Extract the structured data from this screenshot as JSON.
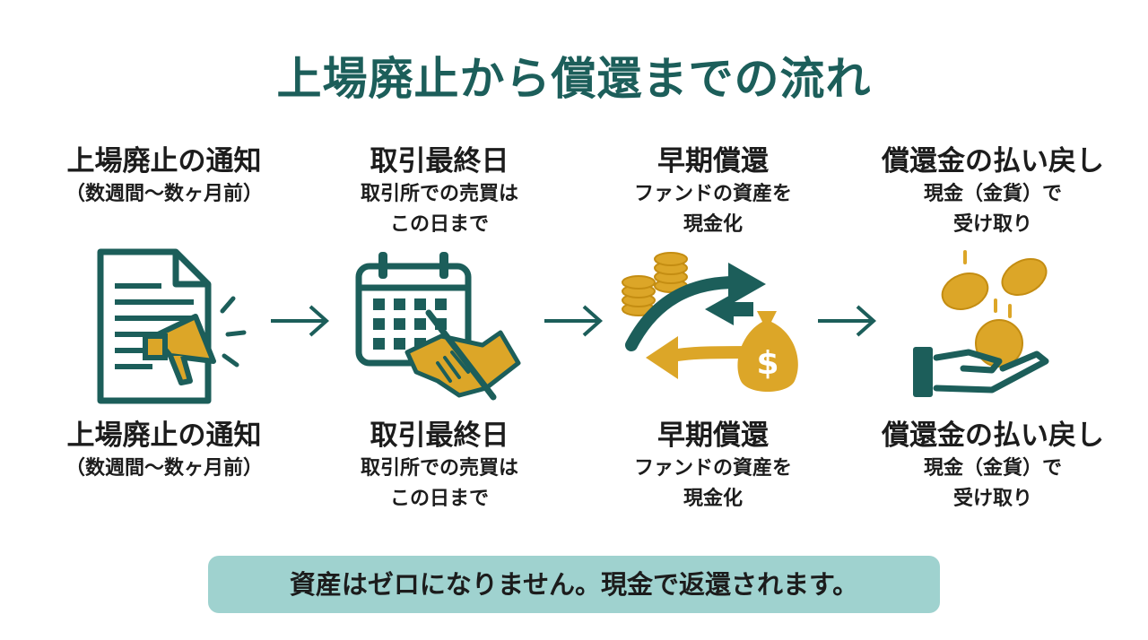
{
  "title": "上場廃止から償還までの流れ",
  "colors": {
    "teal": "#1c5e5a",
    "gold": "#dca628",
    "banner_bg": "#9fd2cf"
  },
  "steps": [
    {
      "title": "上場廃止の通知",
      "desc_lines": [
        "（数週間〜数ヶ月前）"
      ],
      "icon": "document-megaphone-icon"
    },
    {
      "title": "取引最終日",
      "desc_lines": [
        "取引所での売買は",
        "この日まで"
      ],
      "icon": "calendar-handshake-icon"
    },
    {
      "title": "早期償還",
      "desc_lines": [
        "ファンドの資産を",
        "現金化"
      ],
      "icon": "coins-exchange-icon"
    },
    {
      "title": "償還金の払い戻し",
      "desc_lines": [
        "現金（金貨）で",
        "受け取り"
      ],
      "icon": "hand-coins-icon"
    }
  ],
  "banner": "資産はゼロになりません。現金で返還されます。"
}
